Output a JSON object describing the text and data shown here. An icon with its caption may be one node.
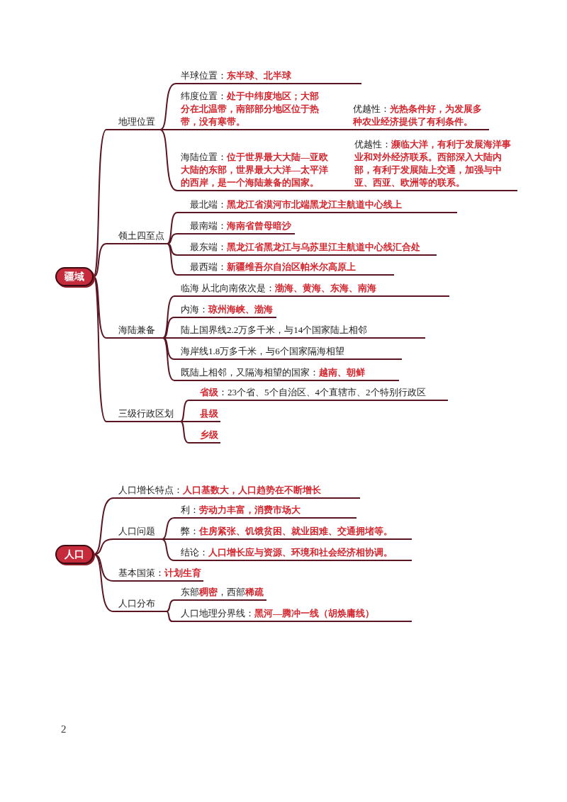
{
  "diagram": {
    "nodes": [
      {
        "text": [
          "疆域"
        ]
      },
      {
        "text": [
          "地理位置"
        ]
      },
      {
        "text": [
          "半球位置：**东半球、北半球**"
        ]
      },
      {
        "text": [
          "纬度位置：**处于中纬度地区；大部分在北温带，南部部分地区位于热带，没有寒带。**"
        ]
      },
      {
        "text": [
          "优越性：**光热条件好，为发展多种农业经济提供了有利条件。**"
        ]
      },
      {
        "text": [
          "海陆位置：**位于世界最大大陆—亚欧大陆的东部，世界最大大洋—太平洋的西岸，是一个海陆兼备的国家。**"
        ]
      },
      {
        "text": [
          "优越性：**濒临大洋，有利于发展海洋事业和对外经济联系。西部深入大陆内部，有利于发展陆上交通，加强与中亚、西亚、欧洲等的联系。**"
        ]
      },
      {
        "text": [
          "领土四至点"
        ]
      },
      {
        "text": [
          "最北端：**黑龙江省漠河市北端黑龙江主航道中心线上**"
        ]
      },
      {
        "text": [
          "最南端：**海南省曾母暗沙**"
        ]
      },
      {
        "text": [
          "最东端：**黑龙江省黑龙江与乌苏里江主航道中心线汇合处**"
        ]
      },
      {
        "text": [
          "最西端：**新疆维吾尔自治区帕米尔高原上**"
        ]
      },
      {
        "text": [
          "海陆兼备"
        ]
      },
      {
        "text": [
          "临海 从北向南依次是：**渤海、黄海、东海、南海**"
        ]
      },
      {
        "text": [
          "内海：**琼州海峡、渤海**"
        ]
      },
      {
        "text": [
          "陆上国界线2.2万多千米，与14个国家陆上相邻"
        ]
      },
      {
        "text": [
          "海岸线1.8万多千米，与6个国家隔海相望"
        ]
      },
      {
        "text": [
          "既陆上相邻，又隔海相望的国家：**越南、朝鲜**"
        ]
      },
      {
        "text": [
          "三级行政区划"
        ]
      },
      {
        "text": [
          "**省级**：23个省、5个自治区、4个直辖市、2个特别行政区"
        ]
      },
      {
        "text": [
          "县级"
        ]
      },
      {
        "text": [
          "乡级"
        ]
      },
      {
        "text": [
          "人口"
        ]
      },
      {
        "text": [
          "人口增长特点：**人口基数大，人口趋势在不断增长**"
        ]
      },
      {
        "text": [
          "人口问题"
        ]
      },
      {
        "text": [
          "利：**劳动力丰富，消费市场大**"
        ]
      },
      {
        "text": [
          "弊：**住房紧张、饥饿贫困、就业困难、交通拥堵等。**"
        ]
      },
      {
        "text": [
          "结论：**人口增长应与资源、环境和社会经济相协调。**"
        ]
      },
      {
        "text": [
          "基本国策：**计划生育**"
        ]
      },
      {
        "text": [
          "人口分布"
        ]
      },
      {
        "text": [
          "东部**稠密**，西部**稀疏**"
        ]
      },
      {
        "text": [
          "人口地理分界线：**黑河—腾冲一线（胡焕庸线）**"
        ]
      }
    ],
    "edges": [
      {
        "from": 0,
        "to": 1,
        "arrow": "none"
      },
      {
        "from": 0,
        "to": 7,
        "arrow": "none"
      },
      {
        "from": 0,
        "to": 12,
        "arrow": "none"
      },
      {
        "from": 0,
        "to": 18,
        "arrow": "none"
      },
      {
        "from": 1,
        "to": 2,
        "arrow": "none"
      },
      {
        "from": 1,
        "to": 3,
        "arrow": "none"
      },
      {
        "from": 1,
        "to": 5,
        "arrow": "none"
      },
      {
        "from": 3,
        "to": 4,
        "arrow": "none"
      },
      {
        "from": 5,
        "to": 6,
        "arrow": "none"
      },
      {
        "from": 7,
        "to": 8,
        "arrow": "none"
      },
      {
        "from": 7,
        "to": 9,
        "arrow": "none"
      },
      {
        "from": 7,
        "to": 10,
        "arrow": "none"
      },
      {
        "from": 7,
        "to": 11,
        "arrow": "none"
      },
      {
        "from": 12,
        "to": 13,
        "arrow": "none"
      },
      {
        "from": 12,
        "to": 14,
        "arrow": "none"
      },
      {
        "from": 12,
        "to": 15,
        "arrow": "none"
      },
      {
        "from": 12,
        "to": 16,
        "arrow": "none"
      },
      {
        "from": 12,
        "to": 17,
        "arrow": "none"
      },
      {
        "from": 18,
        "to": 19,
        "arrow": "none"
      },
      {
        "from": 18,
        "to": 20,
        "arrow": "none"
      },
      {
        "from": 18,
        "to": 21,
        "arrow": "none"
      },
      {
        "from": 22,
        "to": 23,
        "arrow": "none"
      },
      {
        "from": 22,
        "to": 24,
        "arrow": "none"
      },
      {
        "from": 22,
        "to": 28,
        "arrow": "none"
      },
      {
        "from": 22,
        "to": 29,
        "arrow": "none"
      },
      {
        "from": 24,
        "to": 25,
        "arrow": "none"
      },
      {
        "from": 24,
        "to": 26,
        "arrow": "none"
      },
      {
        "from": 24,
        "to": 27,
        "arrow": "none"
      },
      {
        "from": 29,
        "to": 30,
        "arrow": "none"
      },
      {
        "from": 29,
        "to": 31,
        "arrow": "none"
      }
    ],
    "labels": [
      "2"
    ]
  }
}
